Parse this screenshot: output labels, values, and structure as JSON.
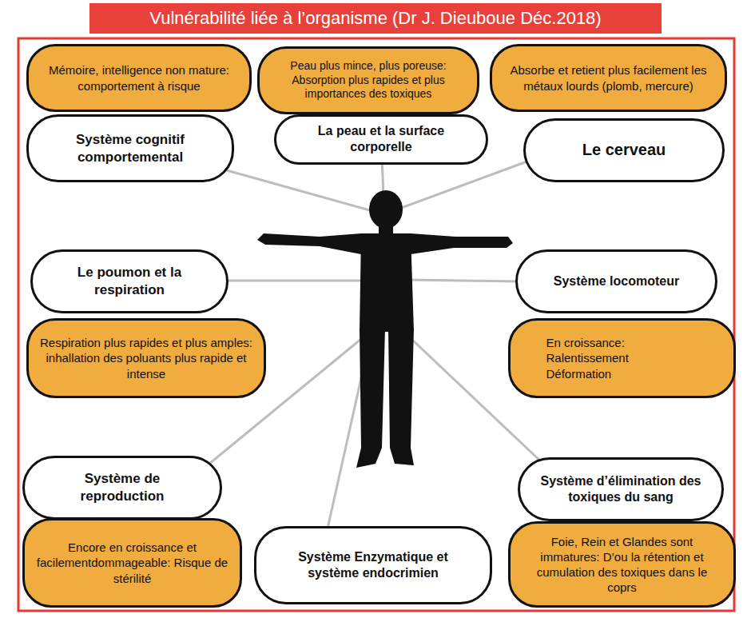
{
  "diagram": {
    "title": "Vulnérabilité liée à l’organisme  (Dr J. Dieuboue Déc.2018)",
    "nodes": [
      {
        "text": [
          "Mémoire, intelligence non mature: comportement à risque"
        ]
      },
      {
        "text": [
          "Peau plus mince, plus poreuse: Absorption plus rapides et plus importances des toxiques"
        ]
      },
      {
        "text": [
          "Absorbe et retient plus facilement les métaux lourds (plomb, mercure)"
        ]
      },
      {
        "text": [
          "Système cognitif comportemental"
        ]
      },
      {
        "text": [
          "La peau et la surface corporelle"
        ]
      },
      {
        "text": [
          "Le cerveau"
        ]
      },
      {
        "text": [
          "Le poumon et la respiration"
        ]
      },
      {
        "text": [
          "Système locomoteur"
        ]
      },
      {
        "text": [
          "Respiration plus rapides et plus amples: inhallation des poluants plus rapide et intense"
        ]
      },
      {
        "text": [
          "En croissance: Ralentissement Déformation"
        ]
      },
      {
        "text": [
          "Système de reproduction"
        ]
      },
      {
        "text": [
          "Système d’élimination des toxiques du sang"
        ]
      },
      {
        "text": [
          "Encore en croissance et facilementdommageable: Risque de stérilité"
        ]
      },
      {
        "text": [
          "Système Enzymatique et système endocrimien"
        ]
      },
      {
        "text": [
          "Foie, Rein et Glandes sont immatures: D’ou la rétention et cumulation des toxiques dans le coprs"
        ]
      }
    ]
  }
}
